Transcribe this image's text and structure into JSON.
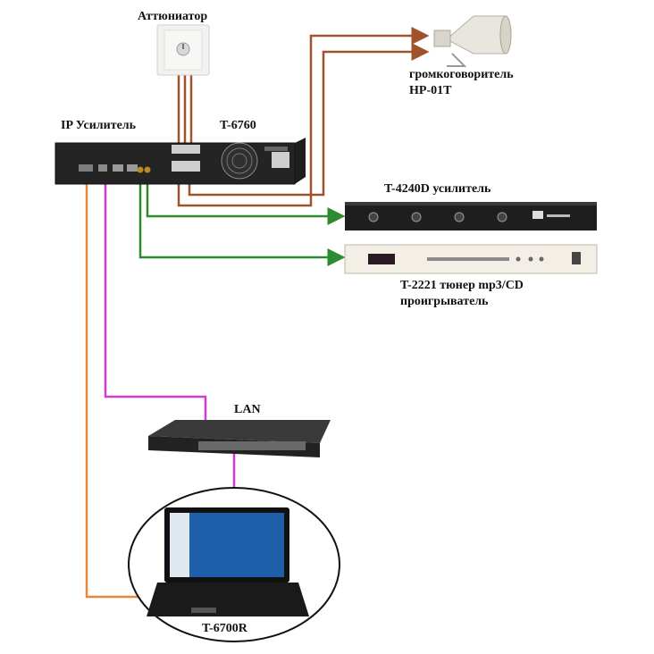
{
  "labels": {
    "attenuator": "Аттюниатор",
    "loudspeaker_line1": "громкоговоритель",
    "loudspeaker_line2": "HP-01T",
    "ip_amp": "IP Усилитель",
    "ip_amp_model": "T-6760",
    "power_amp": "T-4240D усилитель",
    "tuner_line1": "T-2221 тюнер mp3/CD",
    "tuner_line2": "проигрыватель",
    "lan": "LAN",
    "laptop": "T-6700R"
  },
  "colors": {
    "speaker_wire": "#a0522d",
    "audio_wire": "#2e8b2e",
    "lan_wire": "#d63ad6",
    "control_wire": "#e8873a",
    "device_dark": "#1e1e1e",
    "device_light": "#f3eee6"
  }
}
